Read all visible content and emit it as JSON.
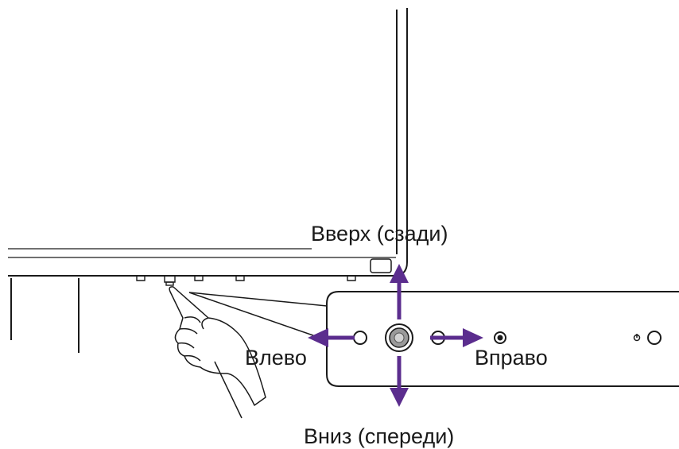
{
  "labels": {
    "up": "Вверх (сзади)",
    "down": "Вниз (спереди)",
    "left": "Влево",
    "right": "Вправо"
  },
  "colors": {
    "arrow": "#5b2d8e",
    "line": "#1a1a1a",
    "background": "#ffffff"
  },
  "icons": {
    "joystick": "joystick-button-icon",
    "power": "power-icon",
    "pointing_hand": "pointing-hand-icon"
  }
}
